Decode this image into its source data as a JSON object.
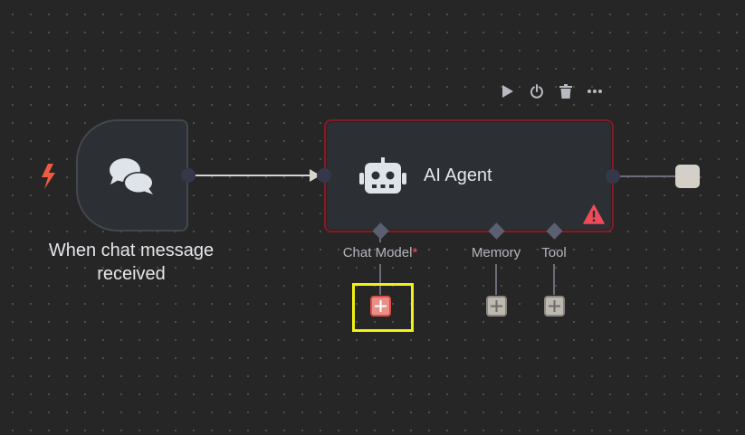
{
  "canvas": {
    "background": "#262626"
  },
  "trigger": {
    "label": "When chat message received",
    "bolt_icon": "lightning-bolt-icon",
    "icon": "chat-bubbles-icon",
    "bolt_color": "#ef5b42"
  },
  "agent": {
    "title": "AI Agent",
    "icon": "robot-icon",
    "status_icon": "warning-triangle-icon",
    "border_color": "#7f1d27",
    "warning_color": "#ef4b5a"
  },
  "toolbar": {
    "items": [
      "play-icon",
      "power-icon",
      "trash-icon",
      "more-horizontal-icon"
    ]
  },
  "slots": [
    {
      "label": "Chat Model",
      "required_mark": "*",
      "add_icon": "plus-icon",
      "state": "error",
      "highlighted": true
    },
    {
      "label": "Memory",
      "required_mark": "",
      "add_icon": "plus-icon",
      "state": "neutral",
      "highlighted": false
    },
    {
      "label": "Tool",
      "required_mark": "",
      "add_icon": "plus-icon",
      "state": "neutral",
      "highlighted": false
    }
  ],
  "highlight_color": "#f2f212"
}
